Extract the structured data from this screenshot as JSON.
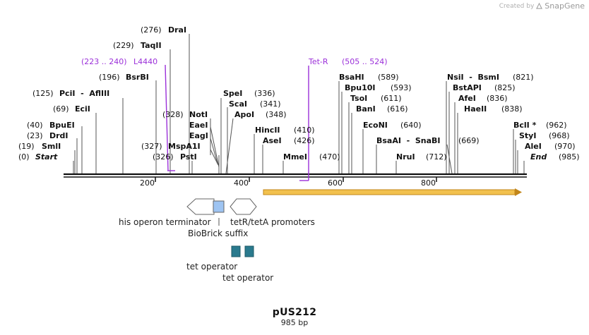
{
  "credit": {
    "prefix": "Created by",
    "brand": "SnapGene"
  },
  "plasmid": {
    "name": "pUS212",
    "length_label": "985 bp",
    "length": 985
  },
  "scale_ticks": [
    "200",
    "400",
    "600",
    "800"
  ],
  "sites": [
    {
      "name": "Start",
      "pos": "(0)",
      "italic": true
    },
    {
      "name": "SmlI",
      "pos": "(19)"
    },
    {
      "name": "DrdI",
      "pos": "(23)"
    },
    {
      "name": "BpuEI",
      "pos": "(40)"
    },
    {
      "name": "EciI",
      "pos": "(69)"
    },
    {
      "name": "PciI  -  AflIII",
      "pos": "(125)"
    },
    {
      "name": "BsrBI",
      "pos": "(196)"
    },
    {
      "name": "TaqII",
      "pos": "(229)"
    },
    {
      "name": "DraI",
      "pos": "(276)"
    },
    {
      "name": "NotI",
      "pos": "(328)"
    },
    {
      "name": "EaeI",
      "pos": ""
    },
    {
      "name": "EagI",
      "pos": ""
    },
    {
      "name": "MspA1I",
      "pos": "(327)"
    },
    {
      "name": "PstI",
      "pos": "(326)"
    },
    {
      "name": "SpeI",
      "pos": "(336)"
    },
    {
      "name": "ScaI",
      "pos": "(341)"
    },
    {
      "name": "ApoI",
      "pos": "(348)"
    },
    {
      "name": "HincII",
      "pos": "(410)"
    },
    {
      "name": "AseI",
      "pos": "(426)"
    },
    {
      "name": "MmeI",
      "pos": "(470)"
    },
    {
      "name": "BsaHI",
      "pos": "(589)"
    },
    {
      "name": "Bpu10I",
      "pos": "(593)"
    },
    {
      "name": "TsoI",
      "pos": "(611)"
    },
    {
      "name": "BanI",
      "pos": "(616)"
    },
    {
      "name": "EcoNI",
      "pos": "(640)"
    },
    {
      "name": "BsaAI  -  SnaBI",
      "pos": "(669)"
    },
    {
      "name": "NruI",
      "pos": "(712)"
    },
    {
      "name": "NsiI  -  BsmI",
      "pos": "(821)"
    },
    {
      "name": "BstAPI",
      "pos": "(825)"
    },
    {
      "name": "AfeI",
      "pos": "(836)"
    },
    {
      "name": "HaeII",
      "pos": "(838)"
    },
    {
      "name": "BclI *",
      "pos": "(962)"
    },
    {
      "name": "StyI",
      "pos": "(968)"
    },
    {
      "name": "AleI",
      "pos": "(970)"
    },
    {
      "name": "End",
      "pos": "(985)",
      "italic": true
    }
  ],
  "primers": [
    {
      "name": "L4440",
      "range": "(223 .. 240)"
    },
    {
      "name": "Tet-R",
      "range": "(505 .. 524)"
    }
  ],
  "features": [
    {
      "name": "his operon terminator",
      "color": "#ffffff"
    },
    {
      "name": "BioBrick suffix",
      "color": "#9ec4f2"
    },
    {
      "name": "tetR/tetA promoters",
      "color": "#ffffff"
    },
    {
      "name": "tet operator",
      "color": "#2a7a8e"
    },
    {
      "name": "tet operator",
      "color": "#2a7a8e"
    }
  ],
  "colors": {
    "primer": "#9b30d9",
    "orf_fill": "#f2c14e",
    "orf_outline": "#c2861a",
    "backbone": "#111111"
  }
}
